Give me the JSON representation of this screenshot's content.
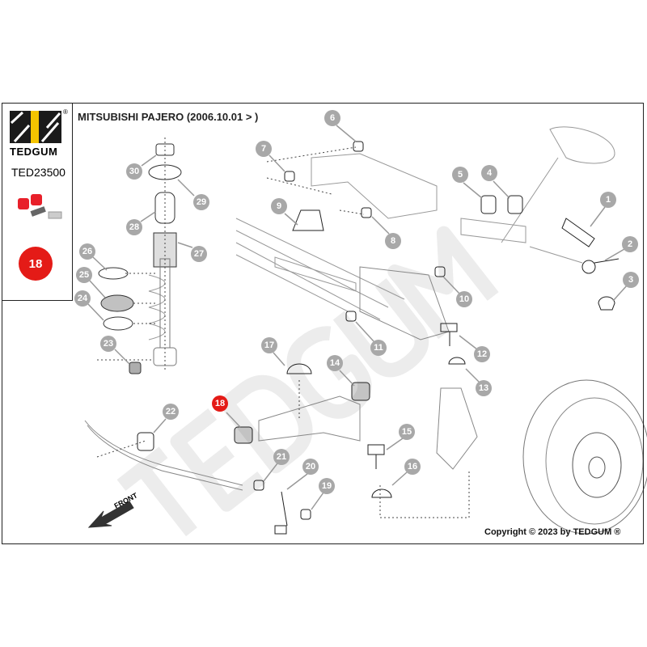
{
  "header": {
    "brand": "TEDGUM",
    "part_code": "TED23500",
    "title": "MITSUBISHI PAJERO (2006.10.01 > )",
    "registered": "®",
    "highlight_number": "18"
  },
  "watermark": "TEDGUM",
  "front_label": "FRONT",
  "copyright": "Copyright © 2023 by TEDGUM ®",
  "callouts": [
    "1",
    "2",
    "3",
    "4",
    "5",
    "6",
    "7",
    "8",
    "9",
    "10",
    "11",
    "12",
    "13",
    "14",
    "15",
    "16",
    "17",
    "18",
    "19",
    "20",
    "21",
    "22",
    "23",
    "24",
    "25",
    "26",
    "27",
    "28",
    "29",
    "30"
  ],
  "colors": {
    "accent": "#e41b17",
    "callout": "#a8a8a8",
    "logo_yellow": "#f5c400"
  }
}
